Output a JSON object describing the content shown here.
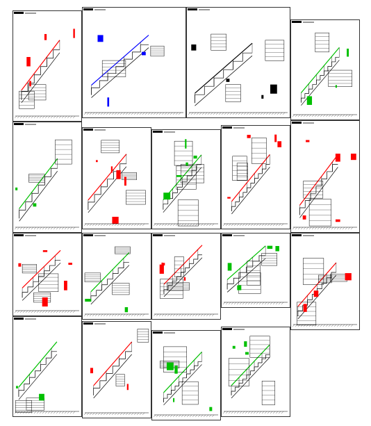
{
  "sheet": {
    "background": "#ffffff",
    "line_color": "#000000",
    "accent_colors": {
      "red": "#ff0000",
      "green": "#00c000",
      "blue": "#0000ff",
      "magenta": "#cc00cc"
    }
  },
  "panels": [
    {
      "id": "p1",
      "title": "",
      "accent": "#ff0000"
    },
    {
      "id": "p2",
      "title": "",
      "accent": "#0000ff"
    },
    {
      "id": "p3",
      "title": "",
      "accent": "#000000"
    },
    {
      "id": "p4",
      "title": "",
      "accent": "#00c000"
    },
    {
      "id": "p5",
      "title": "",
      "accent": "#00c000"
    },
    {
      "id": "p6",
      "title": "",
      "accent": "#ff0000"
    },
    {
      "id": "p7",
      "title": "",
      "accent": "#00c000"
    },
    {
      "id": "p8",
      "title": "",
      "accent": "#ff0000"
    },
    {
      "id": "p9",
      "title": "",
      "accent": "#ff0000"
    },
    {
      "id": "p10",
      "title": "",
      "accent": "#ff0000"
    },
    {
      "id": "p11",
      "title": "",
      "accent": "#00c000"
    },
    {
      "id": "p12",
      "title": "",
      "accent": "#ff0000"
    },
    {
      "id": "p13",
      "title": "",
      "accent": "#00c000"
    },
    {
      "id": "p14",
      "title": "",
      "accent": "#ff0000"
    },
    {
      "id": "p15",
      "title": "",
      "accent": "#00c000"
    },
    {
      "id": "p16",
      "title": "",
      "accent": "#ff0000"
    },
    {
      "id": "p17",
      "title": "",
      "accent": "#00c000"
    },
    {
      "id": "p18",
      "title": "",
      "accent": "#00c000"
    }
  ]
}
